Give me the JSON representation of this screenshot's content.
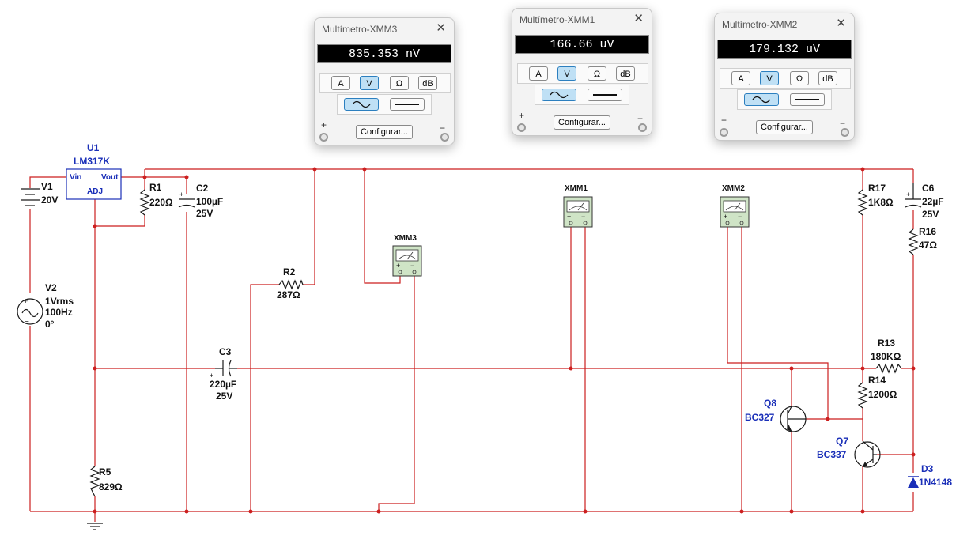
{
  "multimeters": [
    {
      "title": "Multímetro-XMM3",
      "reading": "835.353 nV"
    },
    {
      "title": "Multímetro-XMM1",
      "reading": "166.66 uV"
    },
    {
      "title": "Multímetro-XMM2",
      "reading": "179.132 uV"
    }
  ],
  "meter_controls": {
    "close": "✕",
    "btn_a": "A",
    "btn_v": "V",
    "btn_ohm": "Ω",
    "btn_db": "dB",
    "configure": "Configurar...",
    "plus": "+",
    "minus": "−"
  },
  "components": {
    "u1": {
      "ref": "U1",
      "value": "LM317K",
      "pin_vin": "Vin",
      "pin_vout": "Vout",
      "pin_adj": "ADJ"
    },
    "v1": {
      "ref": "V1",
      "value": "20V"
    },
    "v2": {
      "ref": "V2",
      "value1": "1Vrms",
      "value2": "100Hz",
      "value3": "0°"
    },
    "r1": {
      "ref": "R1",
      "value": "220Ω"
    },
    "c2": {
      "ref": "C2",
      "value": "100µF",
      "rating": "25V"
    },
    "r2": {
      "ref": "R2",
      "value": "287Ω"
    },
    "c3": {
      "ref": "C3",
      "value": "220µF",
      "rating": "25V"
    },
    "r5": {
      "ref": "R5",
      "value": "829Ω"
    },
    "xmm3": {
      "ref": "XMM3"
    },
    "xmm1": {
      "ref": "XMM1"
    },
    "xmm2": {
      "ref": "XMM2"
    },
    "r17": {
      "ref": "R17",
      "value": "1K8Ω"
    },
    "c6": {
      "ref": "C6",
      "value": "22µF",
      "rating": "25V"
    },
    "r16": {
      "ref": "R16",
      "value": "47Ω"
    },
    "r13": {
      "ref": "R13",
      "value": "180KΩ"
    },
    "r14": {
      "ref": "R14",
      "value": "1200Ω"
    },
    "q8": {
      "ref": "Q8",
      "value": "BC327"
    },
    "q7": {
      "ref": "Q7",
      "value": "BC337"
    },
    "d3": {
      "ref": "D3",
      "value": "1N4148"
    }
  },
  "colors": {
    "wire": "#cc1f1f",
    "ref_label": "#1a2fb8",
    "meter_body": "#cfe4c6",
    "active_button": "#bfe0f5"
  }
}
